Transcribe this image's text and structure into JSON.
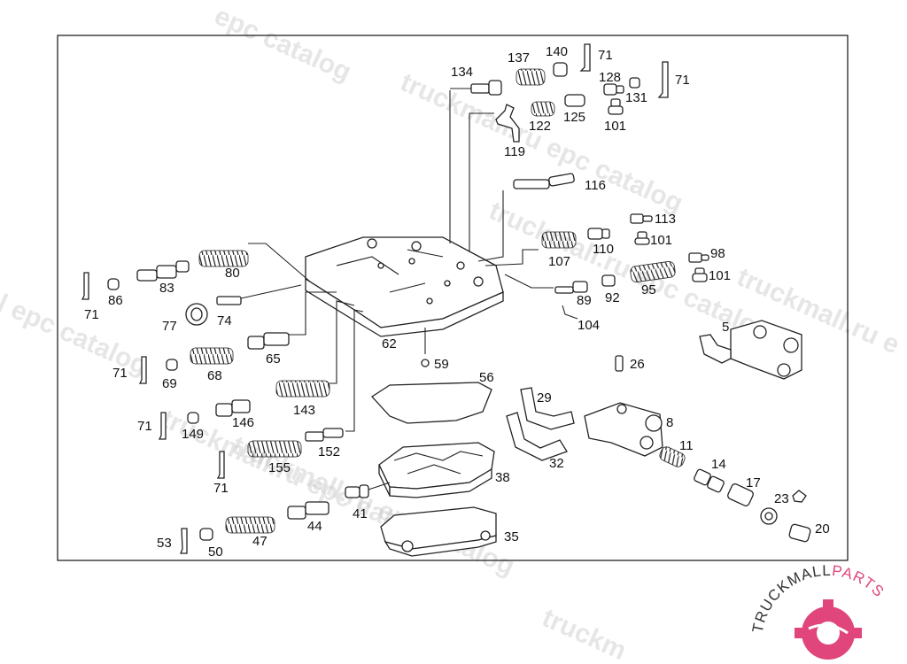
{
  "watermarks": [
    "epc catalog",
    "truckmall.ru epc catalog",
    "truckmall.ru epc catalog",
    "truckmall.ru e",
    "l epc catalog",
    "truckmall.ru epc catalog",
    "truckmall.ru epc catalog",
    "truckm"
  ],
  "labels": {
    "l134": "134",
    "l137": "137",
    "l140": "140",
    "l71a": "71",
    "l128": "128",
    "l71b": "71",
    "l131": "131",
    "l122": "122",
    "l125": "125",
    "l101a": "101",
    "l119": "119",
    "l116": "116",
    "l113": "113",
    "l101b": "101",
    "l110": "110",
    "l107": "107",
    "l98": "98",
    "l101c": "101",
    "l80": "80",
    "l83": "83",
    "l86": "86",
    "l71c": "71",
    "l92": "92",
    "l95": "95",
    "l89": "89",
    "l104": "104",
    "l77": "77",
    "l74": "74",
    "l62": "62",
    "l65": "65",
    "l5": "5",
    "l59": "59",
    "l71d": "71",
    "l68": "68",
    "l69": "69",
    "l26": "26",
    "l56": "56",
    "l29": "29",
    "l143": "143",
    "l8": "8",
    "l71e": "71",
    "l146": "146",
    "l149": "149",
    "l11": "11",
    "l32": "32",
    "l152": "152",
    "l14": "14",
    "l155": "155",
    "l71f": "71",
    "l38": "38",
    "l17": "17",
    "l23": "23",
    "l41": "41",
    "l44": "44",
    "l20": "20",
    "l53": "53",
    "l47": "47",
    "l35": "35",
    "l50": "50"
  },
  "logo": {
    "part1": "TRUCKMALL",
    "part2": "PARTS",
    "color1": "#333333",
    "color2": "#e0457b"
  },
  "colors": {
    "frame": "#111111",
    "line": "#222222",
    "watermark": "#c8c8c8",
    "accent": "#e0457b"
  }
}
